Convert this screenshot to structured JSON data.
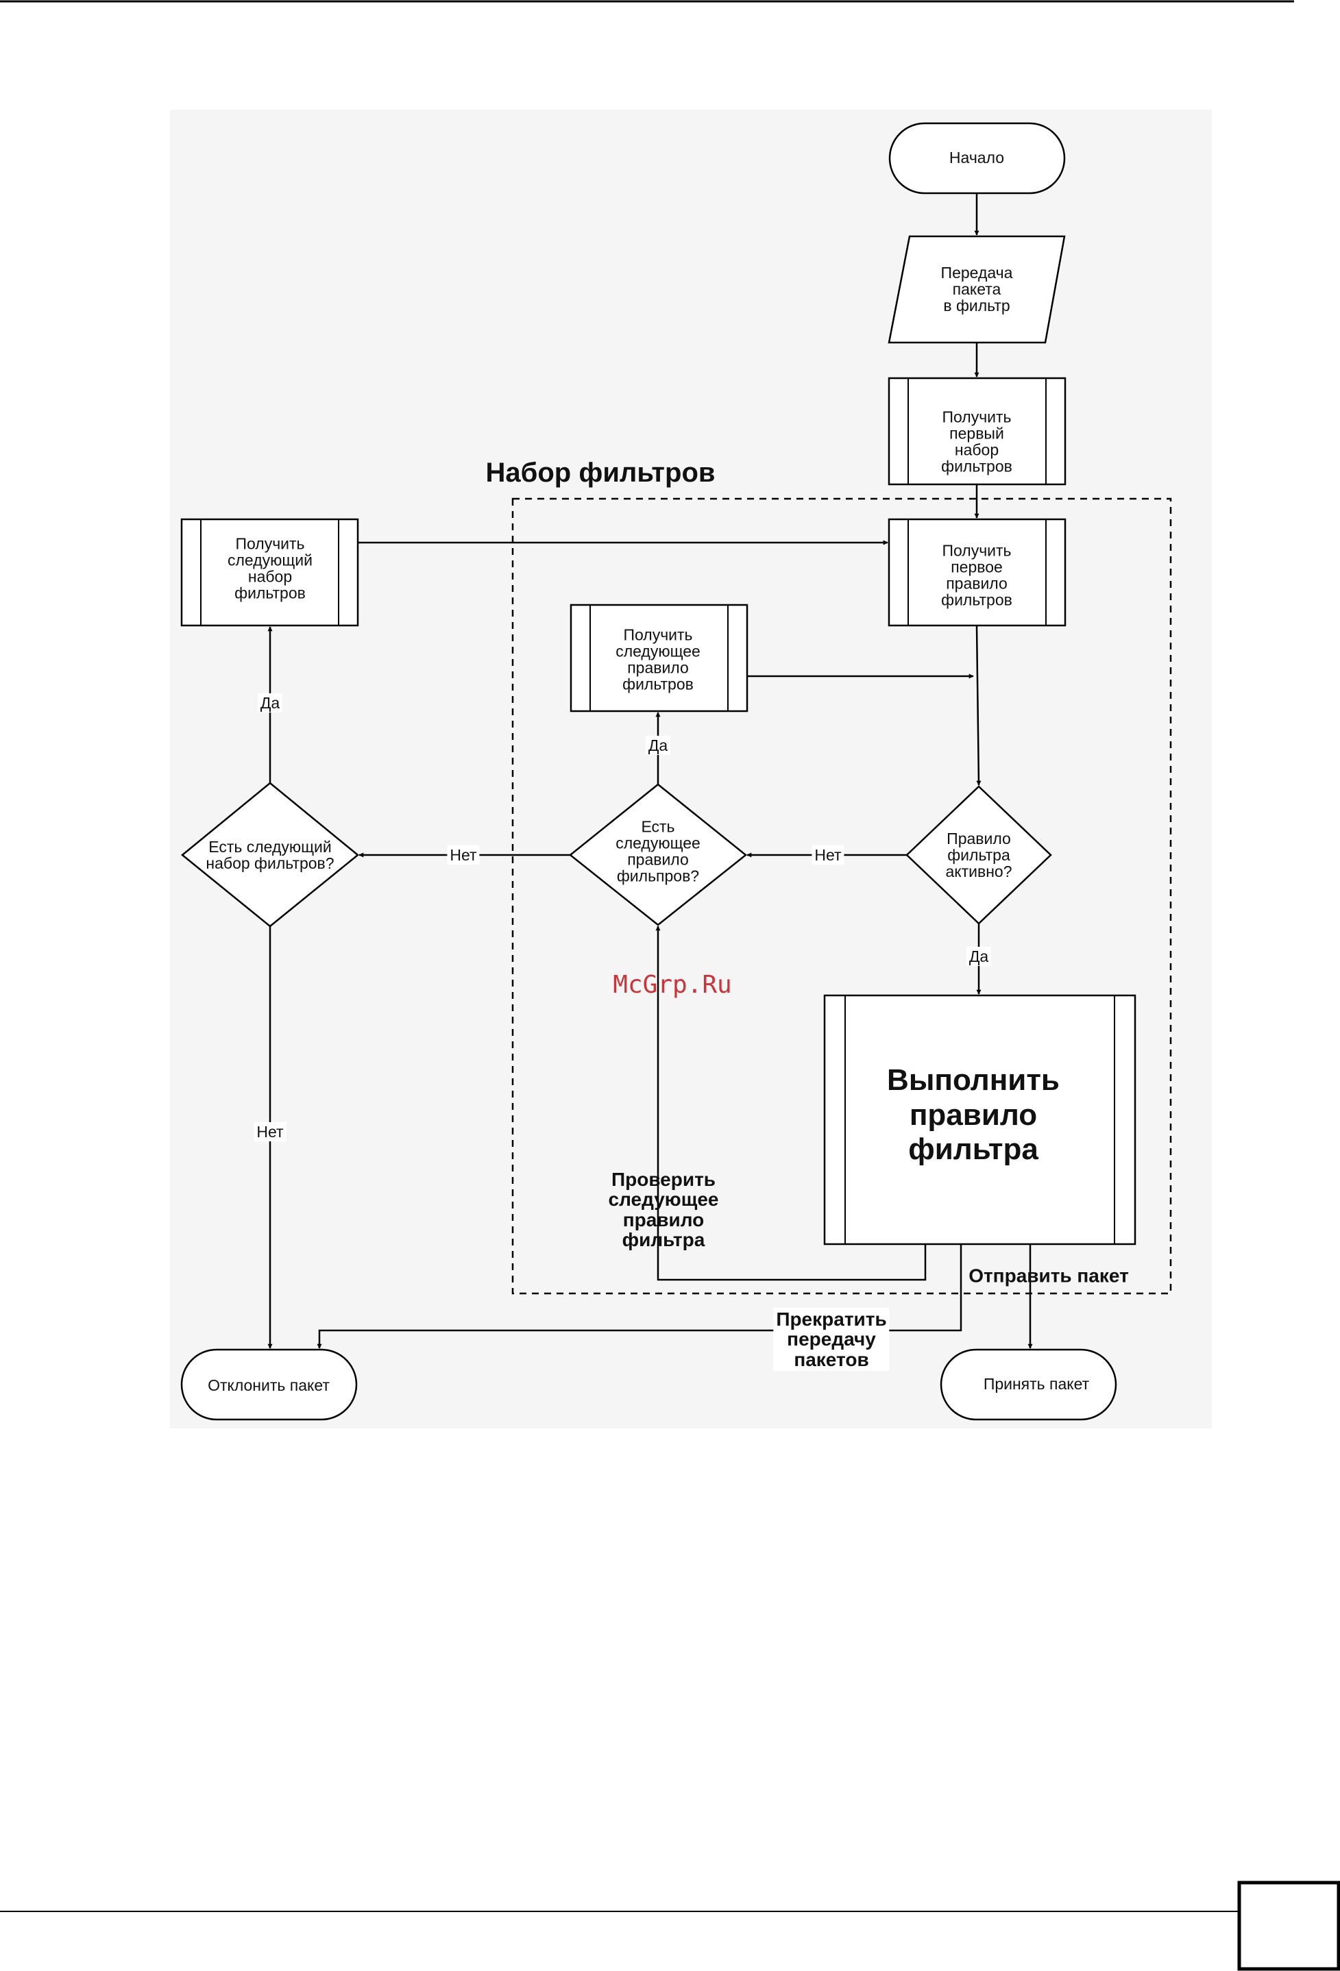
{
  "diagram": {
    "frame_title": "Набор фильтров",
    "watermark": "McGrp.Ru",
    "nodes": {
      "start": "Начало",
      "pass_packet": "Передача\nпакета\nв фильтр",
      "get_first_set": "Получить\nпервый\nнабор\nфильтров",
      "get_next_set": "Получить\nследующий\nнабор\nфильтров",
      "get_first_rule": "Получить\nпервое\nправило\nфильтров",
      "get_next_rule": "Получить\nследующее\nправило\nфильтров",
      "rule_active": "Правило\nфильтра\nактивно?",
      "has_next_rule": "Есть\nследующее\nправило\nфильпров?",
      "has_next_set": "Есть следующий\nнабор фильтров?",
      "execute_rule": "Выполнить\nправило\nфильтра",
      "reject_packet": "Отклонить пакет",
      "accept_packet": "Принять пакет"
    },
    "edge_labels": {
      "set_yes": "Да",
      "set_no": "Нет",
      "rule_yes": "Да",
      "rule_to_set_no": "Нет",
      "active_no": "Нет",
      "active_yes": "Да",
      "check_next_rule": "Проверить\nследующее\nправило\nфильтра",
      "send_packet": "Отправить пакет",
      "stop_packets": "Прекратить\nпередачу\nпакетов"
    }
  }
}
